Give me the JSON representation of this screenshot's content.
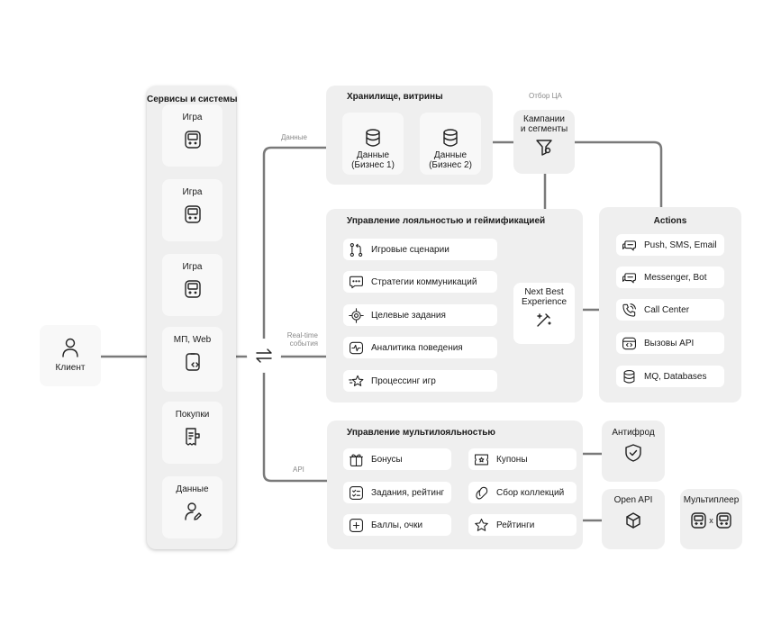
{
  "client": {
    "label": "Клиент",
    "icon": "person-icon"
  },
  "services": {
    "title": "Сервисы и системы",
    "items": [
      {
        "label": "Игра",
        "icon": "game-console-icon"
      },
      {
        "label": "Игра",
        "icon": "game-console-icon"
      },
      {
        "label": "Игра",
        "icon": "game-console-icon"
      },
      {
        "label": "МП, Web",
        "icon": "mobile-app-icon"
      },
      {
        "label": "Покупки",
        "icon": "receipt-icon"
      },
      {
        "label": "Данные",
        "icon": "user-edit-icon"
      }
    ]
  },
  "connector_labels": {
    "data": "Данные",
    "realtime_line1": "Real-time",
    "realtime_line2": "события",
    "api": "API",
    "segment_select": "Отбор ЦА"
  },
  "storage": {
    "title": "Хранилище, витрины",
    "items": [
      {
        "line1": "Данные",
        "line2": "(Бизнес 1)",
        "icon": "database-icon"
      },
      {
        "line1": "Данные",
        "line2": "(Бизнес 2)",
        "icon": "database-icon"
      }
    ]
  },
  "campaigns": {
    "line1": "Кампании",
    "line2": "и сегменты",
    "icon": "funnel-icon"
  },
  "loyalty": {
    "title": "Управление лояльностью и геймификацией",
    "items": [
      {
        "label": "Игровые сценарии",
        "icon": "git-branch-icon"
      },
      {
        "label": "Стратегии коммуникаций",
        "icon": "chat-bubble-icon"
      },
      {
        "label": "Целевые задания",
        "icon": "target-icon"
      },
      {
        "label": "Аналитика поведения",
        "icon": "pulse-chart-icon"
      },
      {
        "label": "Процессинг игр",
        "icon": "star-process-icon"
      }
    ],
    "nbe": {
      "line1": "Next Best",
      "line2": "Experience",
      "icon": "magic-wand-icon"
    }
  },
  "actions": {
    "title": "Actions",
    "items": [
      {
        "label": "Push, SMS, Email",
        "icon": "messages-icon"
      },
      {
        "label": "Messenger, Bot",
        "icon": "messages-icon"
      },
      {
        "label": "Call Center",
        "icon": "phone-icon"
      },
      {
        "label": "Вызовы API",
        "icon": "api-window-icon"
      },
      {
        "label": "MQ, Databases",
        "icon": "database-icon"
      }
    ]
  },
  "multi": {
    "title": "Управление мультилояльностью",
    "left": [
      {
        "label": "Бонусы",
        "icon": "gift-icon"
      },
      {
        "label": "Задания, рейтинг",
        "icon": "checklist-icon"
      },
      {
        "label": "Баллы, очки",
        "icon": "plus-box-icon"
      }
    ],
    "right": [
      {
        "label": "Купоны",
        "icon": "coupon-icon"
      },
      {
        "label": "Сбор коллекций",
        "icon": "collection-icon"
      },
      {
        "label": "Рейтинги",
        "icon": "star-icon"
      }
    ]
  },
  "antifraud": {
    "label": "Антифрод",
    "icon": "shield-check-icon"
  },
  "openapi": {
    "label": "Open API",
    "icon": "cube-icon"
  },
  "multiplayer": {
    "label": "Мультиплеер",
    "separator": "x",
    "icon": "game-console-icon"
  },
  "colors": {
    "panel": "#efefef",
    "card": "#f8f8f8",
    "line": "#7a7a7a",
    "dashed": "#b3b3b3",
    "text": "#1a1a1a"
  }
}
